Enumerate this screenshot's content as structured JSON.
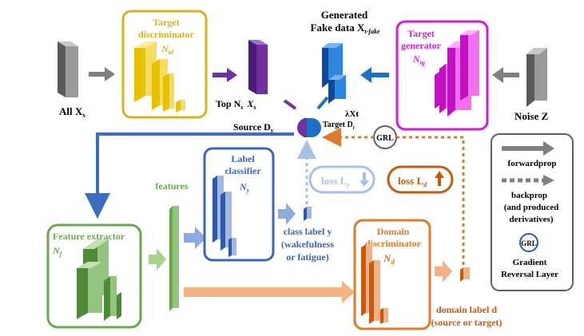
{
  "nodes": {
    "all_xs": {
      "label": "All X",
      "sub": "s"
    },
    "target_discriminator": {
      "title_line1": "Target",
      "title_line2": "discriminator",
      "symbol": "N",
      "symbol_sub": "td"
    },
    "top_ns_xs": {
      "text_a": "Top N",
      "sub_a": "s",
      "text_b": "X",
      "sub_b": "s"
    },
    "generated": {
      "line1": "Generated",
      "line2": "Fake data X",
      "sub": "t-fake"
    },
    "lambda_xt": {
      "label": "λXt"
    },
    "target_generator": {
      "title_line1": "Target",
      "title_line2": "generator",
      "symbol": "N",
      "symbol_sub": "tg"
    },
    "noise": {
      "label": "Noise Z"
    },
    "source_ds": {
      "label": "Source D",
      "sub": "s"
    },
    "target_dt": {
      "label": "Target D",
      "sub": "t"
    },
    "grl_top": {
      "label": "GRL"
    },
    "features": {
      "label": "features"
    },
    "label_classifier": {
      "title_line1": "Label",
      "title_line2": "classifier",
      "symbol": "N",
      "symbol_sub": "y"
    },
    "loss_ly": {
      "label": "loss L",
      "sub": "y"
    },
    "loss_ld": {
      "label": "loss L",
      "sub": "d"
    },
    "class_label": {
      "line1": "class label y",
      "line2": "(wakefulness",
      "line3": "or fatigue)"
    },
    "feature_extractor": {
      "title": "Feature extractor",
      "symbol": "N",
      "symbol_sub": "f"
    },
    "domain_discriminator": {
      "title_line1": "Domain",
      "title_line2": "discriminator",
      "symbol": "N",
      "symbol_sub": "d"
    },
    "domain_label": {
      "line1": "domain label d",
      "line2": "(source or target)"
    }
  },
  "legend": {
    "forwardprop": "forwardprop",
    "backprop_line1": "backprop",
    "backprop_line2": "(and produced",
    "backprop_line3": "derivatives)",
    "grl_badge": "GRL",
    "grl_line1": "Gradient",
    "grl_line2": "Reversal Layer"
  },
  "colors": {
    "target_discriminator": "#d4b21c",
    "target_generator": "#d21ed2",
    "generated_data": "#1f6fc2",
    "top_ns": "#7030a0",
    "label_classifier": "#3a66b5",
    "feature_extractor": "#6aa84f",
    "domain": "#e07a2a",
    "gray": "#808080",
    "legend_border": "#606060"
  }
}
